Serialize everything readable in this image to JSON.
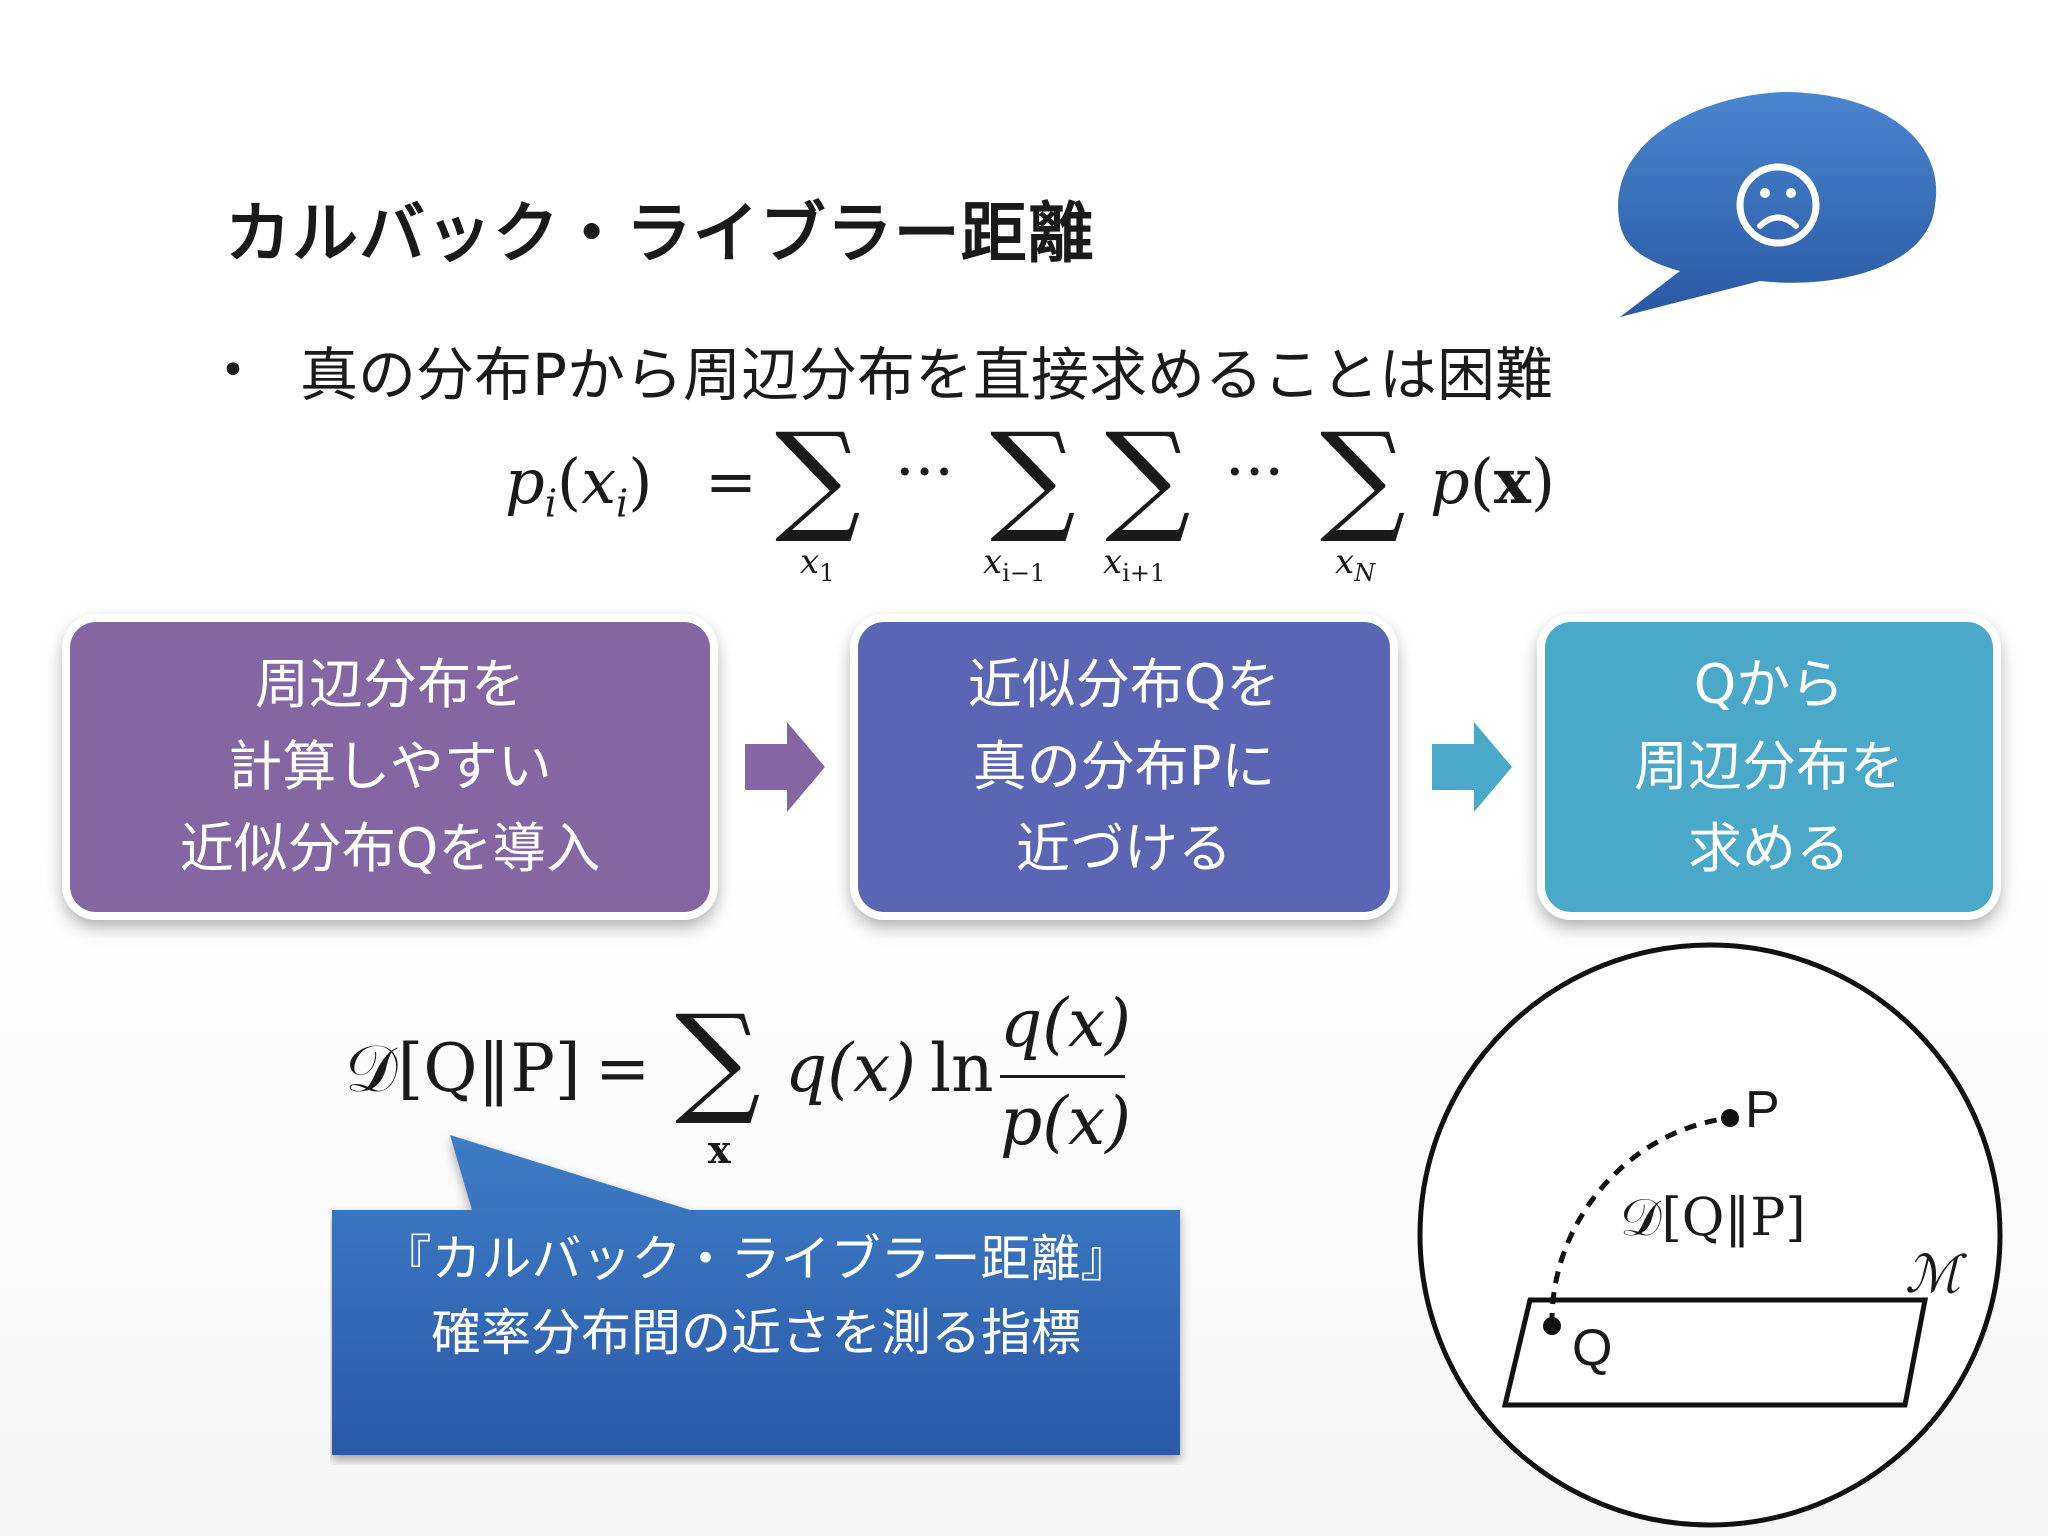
{
  "slide": {
    "title": "カルバック・ライブラー距離",
    "bullet": "真の分布Pから周辺分布を直接求めることは困難",
    "bullet_marker": "•"
  },
  "marginal_formula": {
    "lhs_p": "p",
    "lhs_sub": "i",
    "lhs_arg": "x",
    "lhs_arg_sub": "i",
    "equals": "=",
    "sum_indices": [
      "x",
      "x",
      "x",
      "x"
    ],
    "sum_subs": [
      "1",
      "i−1",
      "i+1",
      "N"
    ],
    "dots": "···",
    "rhs_p": "p",
    "rhs_arg": "x"
  },
  "flow": {
    "box1": {
      "lines": [
        "周辺分布を",
        "計算しやすい",
        "近似分布Qを導入"
      ],
      "color": "#8466a3"
    },
    "box2": {
      "lines": [
        "近似分布Qを",
        "真の分布Pに",
        "近づける"
      ],
      "color": "#5a66b4"
    },
    "box3": {
      "lines": [
        "Qから",
        "周辺分布を",
        "求める"
      ],
      "color": "#4aa9c9"
    },
    "arrow1_color": "#8466a3",
    "arrow2_color": "#4aa9c9"
  },
  "kl_formula": {
    "lhs": "𝒟[Q‖P]",
    "equals": "=",
    "sum_sub": "x",
    "q_term": "q(x)",
    "ln": "ln",
    "numerator": "q(x)",
    "denominator": "p(x)"
  },
  "callout": {
    "line1": "『カルバック・ライブラー距離』",
    "line2": "確率分布間の近さを測る指標"
  },
  "sad_bubble": {
    "icon": "sad-face-icon"
  },
  "diagram": {
    "label_p": "P",
    "label_q": "Q",
    "label_d": "𝒟[Q‖P]",
    "label_m": "ℳ"
  }
}
